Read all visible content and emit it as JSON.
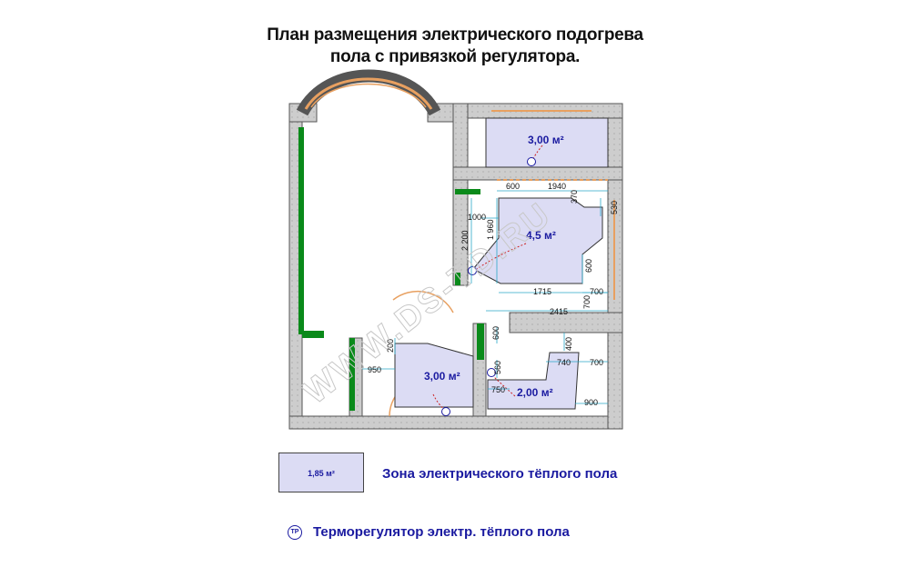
{
  "title": {
    "line1": "План размещения электрического подогрева",
    "line2": "пола с привязкой регулятора."
  },
  "rooms": [
    {
      "id": "room-top-right",
      "area": "3,00 м²"
    },
    {
      "id": "room-center",
      "area": "4,5 м²"
    },
    {
      "id": "room-bottom-left",
      "area": "3,00 м²"
    },
    {
      "id": "room-bottom-right",
      "area": "2,00 м²"
    }
  ],
  "dimensions": {
    "d600_top": "600",
    "d1940": "1940",
    "d370": "370",
    "d530": "530",
    "d1000": "1000",
    "d1960": "1 960",
    "d2200": "2 200",
    "d600_right": "600",
    "d1715": "1715",
    "d700_a": "700",
    "d700_b": "700",
    "d2415": "2415",
    "d600_mid": "600",
    "d400": "400",
    "d740": "740",
    "d700_c": "700",
    "d200": "200",
    "d950": "950",
    "d560": "560",
    "d750": "750",
    "d900": "900"
  },
  "thermostat_mark": "ТР",
  "watermark": "WWW.DS-TD.RU",
  "legend": {
    "zone_box_label": "1,85 м²",
    "zone_label": "Зона электрического тёплого пола",
    "thermostat_label": "Терморегулятор электр. тёплого пола",
    "thermostat_icon_text": "ТР"
  },
  "colors": {
    "wall": "#cdcdcd",
    "wall_stroke": "#555555",
    "heated_zone": "#dcdcf4",
    "green_wall": "#0a8a1a",
    "window_orange": "#e8a060",
    "text_blue": "#1a1aa0",
    "dimension_line": "#2aa8c8",
    "thermostat_line": "#cc2222"
  }
}
